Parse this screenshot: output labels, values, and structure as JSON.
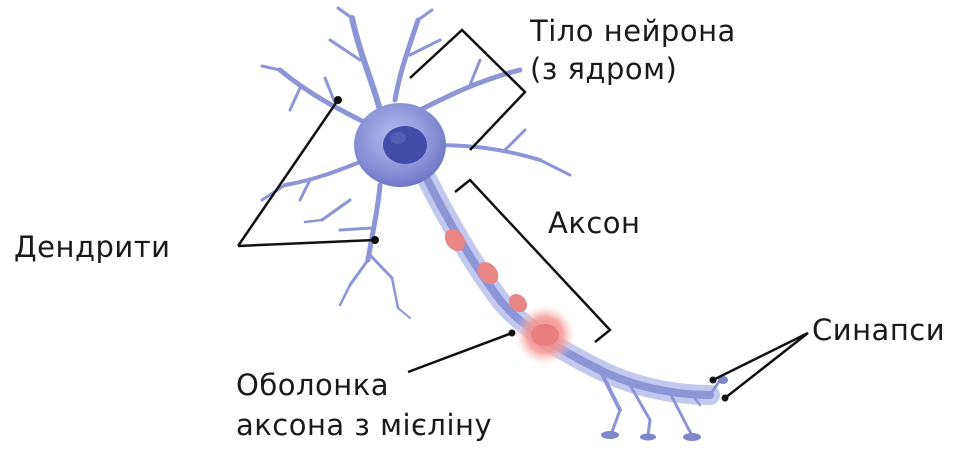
{
  "labels": {
    "cell_body_line1": "Тіло нейрона",
    "cell_body_line2": "(з ядром)",
    "axon": "Аксон",
    "dendrites": "Дендрити",
    "synapses": "Синапси",
    "myelin_line1": "Оболонка",
    "myelin_line2": "аксона з мієліну"
  },
  "colors": {
    "neuron": "#8d95d6",
    "neuron_dark": "#5f68b8",
    "nucleus": "#3d4aa6",
    "myelin": "#f08a8a",
    "line": "#111111"
  }
}
